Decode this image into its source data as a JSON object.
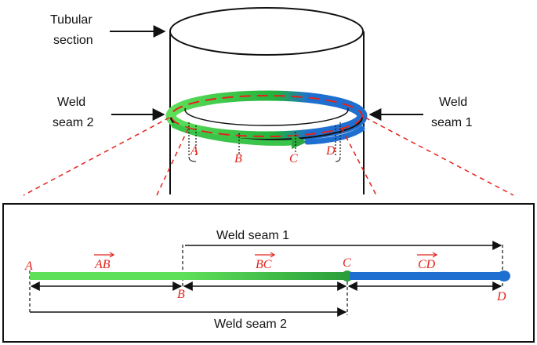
{
  "labels": {
    "tubular_section": [
      "Tubular",
      "section"
    ],
    "weld_seam_2_top": [
      "Weld",
      "seam 2"
    ],
    "weld_seam_1_top": [
      "Weld",
      "seam 1"
    ],
    "weld_seam_1_dim": "Weld seam 1",
    "weld_seam_2_dim": "Weld seam 2"
  },
  "points": {
    "top": [
      "A",
      "B",
      "C",
      "D"
    ],
    "bottom": [
      "A",
      "B",
      "C",
      "D"
    ]
  },
  "segments": [
    "AB",
    "BC",
    "CD"
  ],
  "colors": {
    "light_green": "#5fe05a",
    "green": "#1fa83a",
    "blue": "#1f6fd0",
    "red": "#e3231b",
    "black": "#111111"
  }
}
